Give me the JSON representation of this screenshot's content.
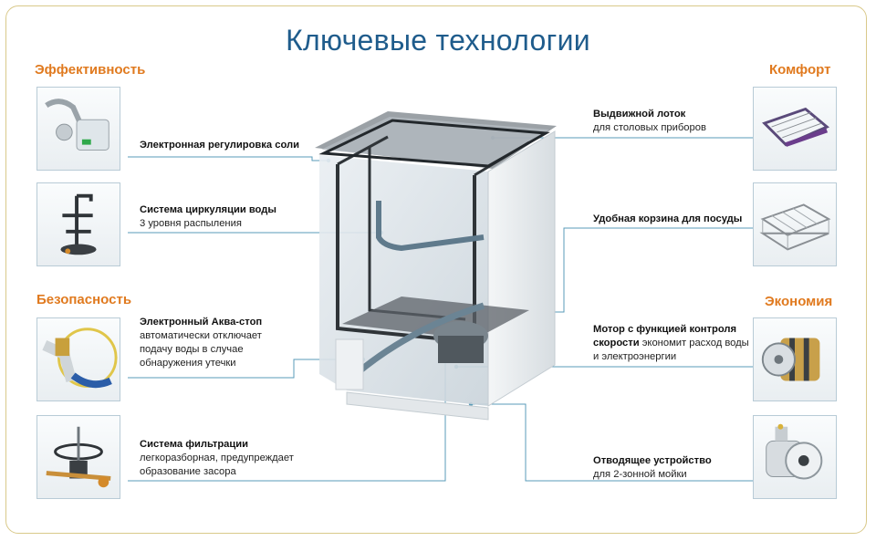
{
  "title": "Ключевые технологии",
  "sections": {
    "efficiency": "Эффективность",
    "safety": "Безопасность",
    "comfort": "Комфорт",
    "economy": "Экономия"
  },
  "features": {
    "salt": {
      "title": "Электронная регулировка соли"
    },
    "circulation": {
      "title": "Система циркуляции воды",
      "sub": "3 уровня распыления"
    },
    "aquastop": {
      "title": "Электронный Аква-стоп",
      "l2": "автоматически отключает",
      "l3": "подачу воды в случае",
      "l4": "обнаружения утечки"
    },
    "filter": {
      "title": "Система фильтрации",
      "l2": "легкоразборная, предупреждает",
      "l3": "образование засора"
    },
    "tray": {
      "l1": "Выдвижной лоток",
      "l2": "для столовых приборов"
    },
    "basket": {
      "title": "Удобная корзина для посуды"
    },
    "motor": {
      "l1": "Мотор с функцией контроля",
      "l2b": "скорости",
      "l2": " экономит расход воды",
      "l3": "и электроэнергии"
    },
    "drain": {
      "title": "Отводящее устройство",
      "sub": "для 2-зонной мойки"
    }
  },
  "icons": {
    "salt": "salt-dispenser-icon",
    "circulation": "spray-arm-icon",
    "aquastop": "aquastop-hose-icon",
    "filter": "filter-assembly-icon",
    "tray": "cutlery-tray-icon",
    "basket": "dish-basket-icon",
    "motor": "motor-icon",
    "drain": "drain-pump-icon"
  },
  "colors": {
    "title": "#1f5c8c",
    "section": "#e07a1f",
    "leader": "#5a9bb8",
    "frame": "#d9c98a"
  }
}
